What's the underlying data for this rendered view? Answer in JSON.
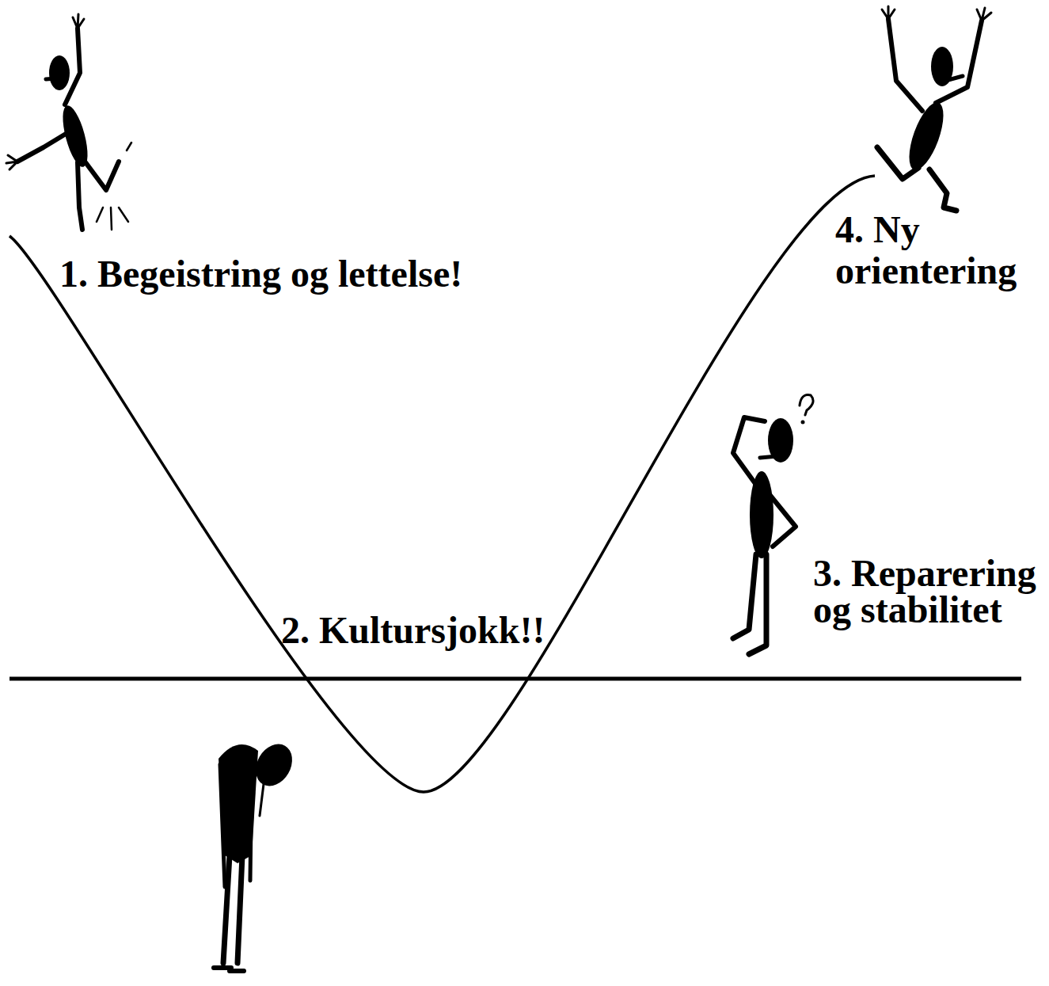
{
  "diagram": {
    "labels": [
      "1. Begeistring og lettelse!",
      "2. Kultursjokk!!",
      "3. Reparering og stabilitet",
      "4. Ny orientering"
    ]
  }
}
